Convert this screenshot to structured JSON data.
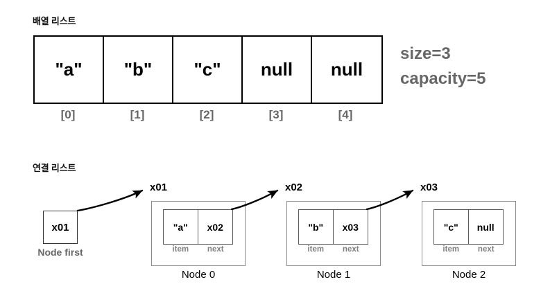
{
  "sections": {
    "array": {
      "heading": "배열 리스트",
      "cells": [
        "\"a\"",
        "\"b\"",
        "\"c\"",
        "null",
        "null"
      ],
      "indices": [
        "[0]",
        "[1]",
        "[2]",
        "[3]",
        "[4]"
      ],
      "meta": {
        "size": "size=3",
        "capacity": "capacity=5"
      }
    },
    "linked": {
      "heading": "연결 리스트",
      "first": {
        "value": "x01",
        "label": "Node first"
      },
      "field_labels": {
        "item": "item",
        "next": "next"
      },
      "nodes": [
        {
          "address": "x01",
          "item": "\"a\"",
          "next": "x02",
          "caption": "Node 0"
        },
        {
          "address": "x02",
          "item": "\"b\"",
          "next": "x03",
          "caption": "Node 1"
        },
        {
          "address": "x03",
          "item": "\"c\"",
          "next": "null",
          "caption": "Node 2"
        }
      ]
    }
  },
  "colors": {
    "background": "#ffffff",
    "array_border": "#000000",
    "index_text": "#676767",
    "meta_text": "#676767",
    "node_outer_border": "#8c8c8c",
    "node_inner_border": "#5a5a5a",
    "field_label_text": "#808080",
    "arrow": "#000000"
  }
}
